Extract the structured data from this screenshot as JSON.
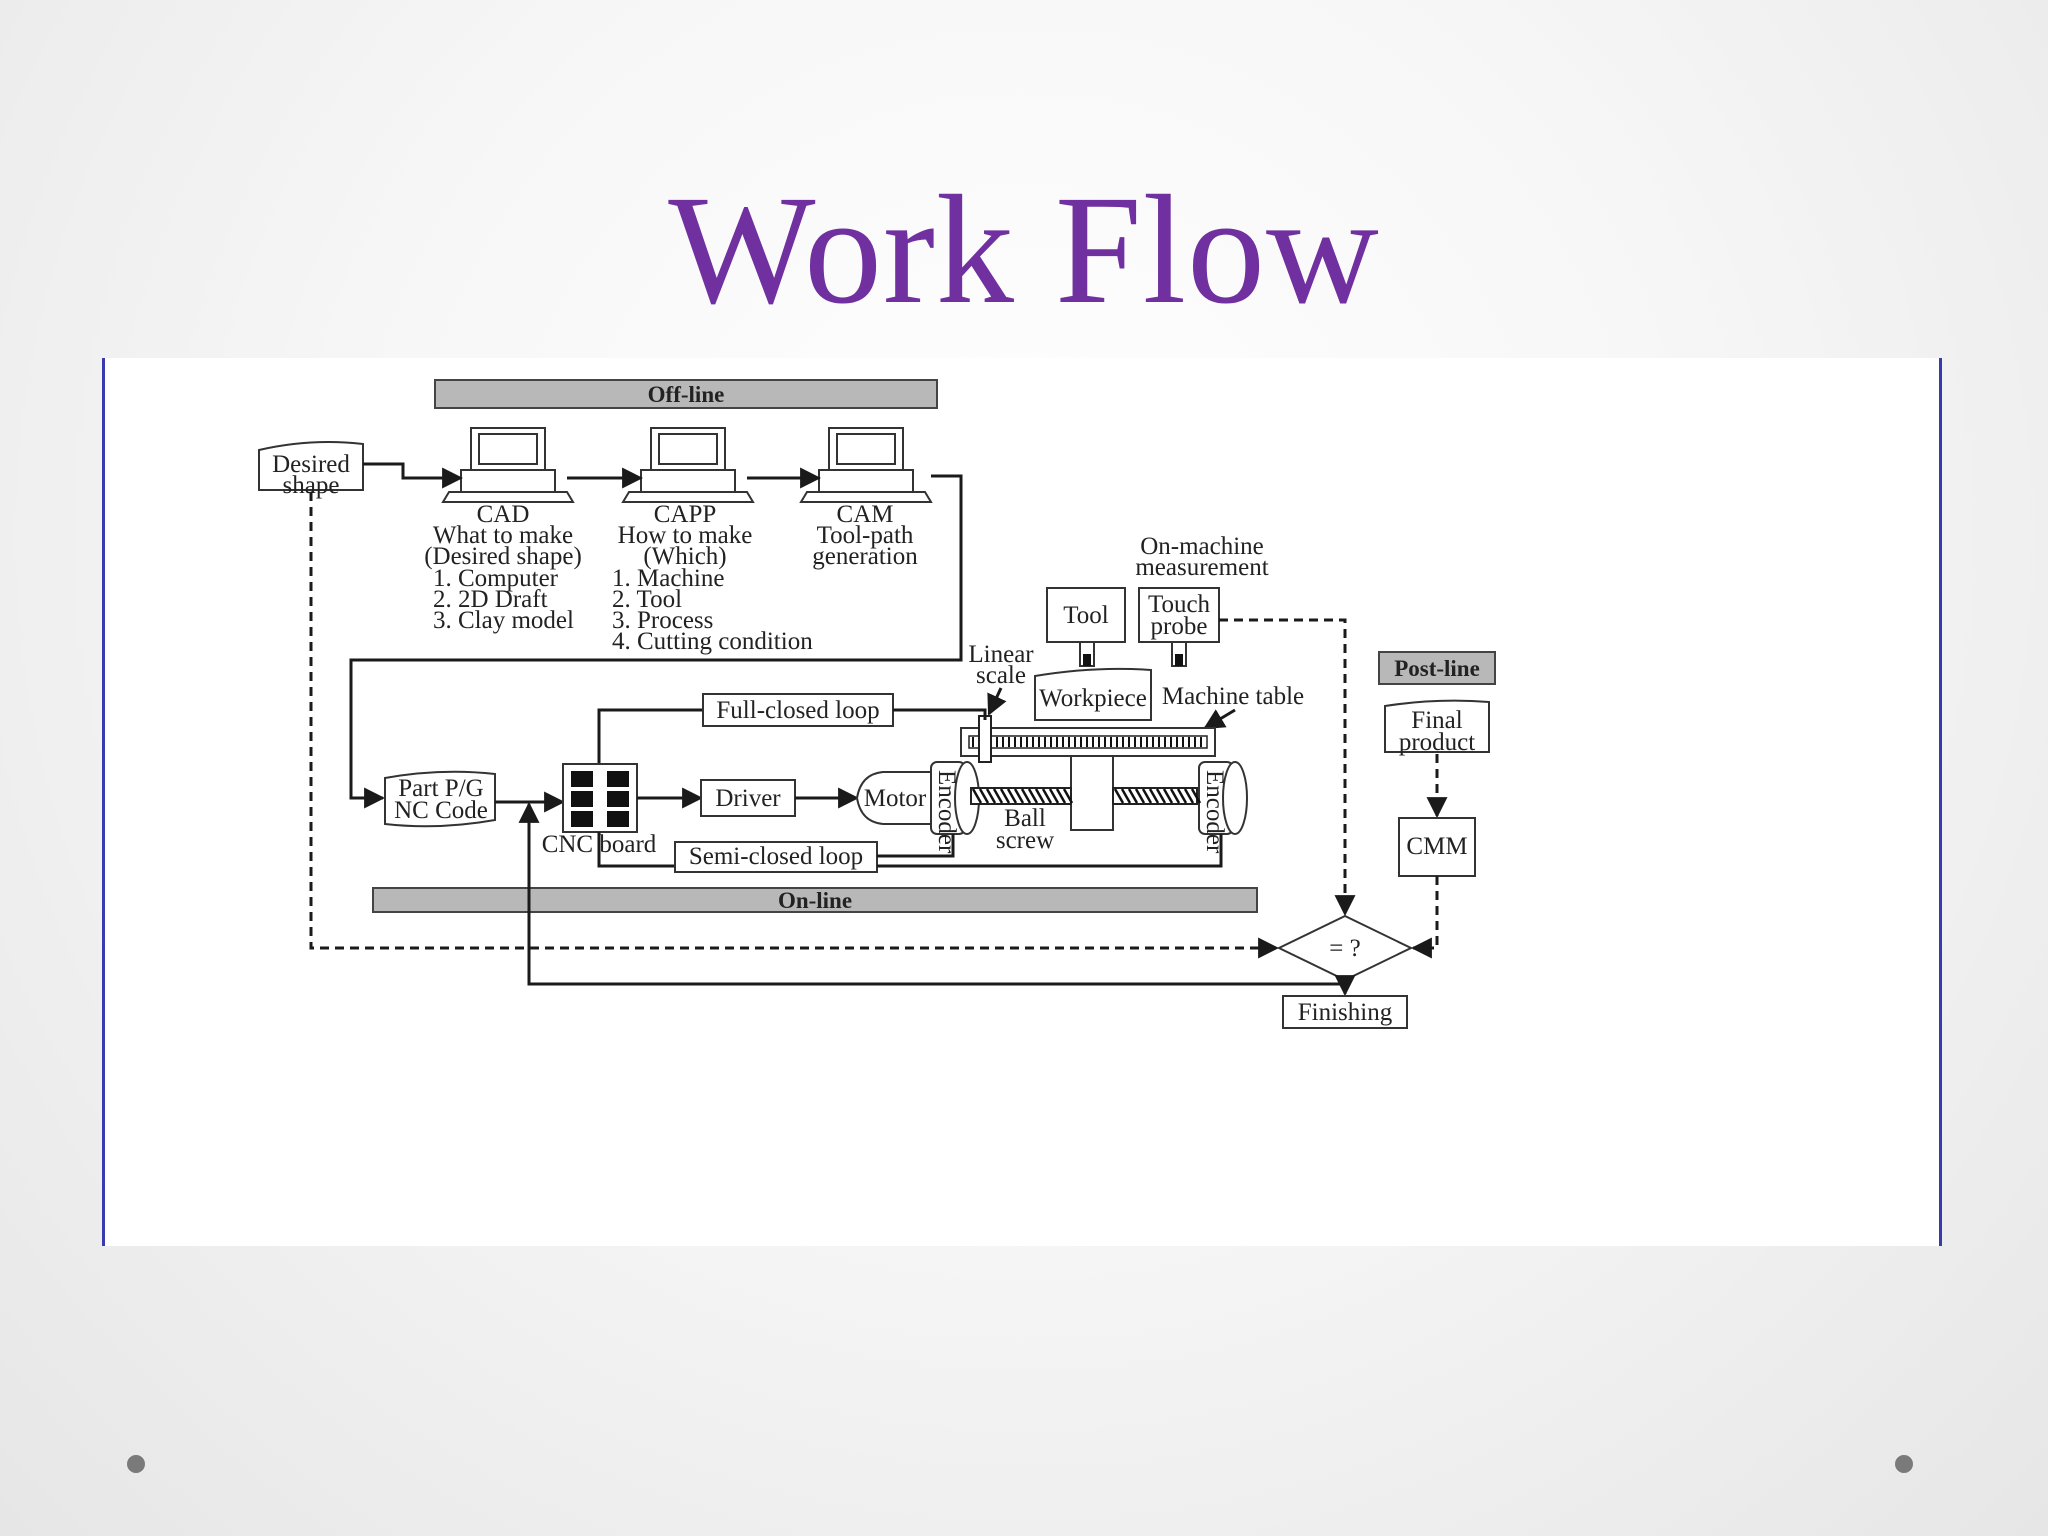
{
  "slide": {
    "title": "Work Flow"
  },
  "diagram": {
    "bands": {
      "offline": "Off-line",
      "online": "On-line",
      "postline": "Post-line"
    },
    "desired_shape": [
      "Desired",
      "shape"
    ],
    "cad": [
      "CAD",
      "What to make",
      "(Desired shape)",
      "1. Computer",
      "2. 2D Draft",
      "3. Clay model"
    ],
    "capp": [
      "CAPP",
      "How to make",
      "(Which)",
      "1. Machine",
      "2. Tool",
      "3. Process",
      "4. Cutting condition"
    ],
    "cam": [
      "CAM",
      "Tool-path",
      "generation"
    ],
    "on_machine": [
      "On-machine",
      "measurement"
    ],
    "tool": "Tool",
    "touch_probe": [
      "Touch",
      "probe"
    ],
    "linear_scale": [
      "Linear",
      "scale"
    ],
    "workpiece": "Workpiece",
    "machine_table": "Machine table",
    "full_closed_loop": "Full-closed loop",
    "semi_closed_loop": "Semi-closed loop",
    "part_pg": [
      "Part P/G",
      "NC Code"
    ],
    "cnc_board": "CNC board",
    "driver": "Driver",
    "motor": "Motor",
    "encoder": "Encoder",
    "ball_screw": [
      "Ball",
      "screw"
    ],
    "final_product": [
      "Final",
      "product"
    ],
    "cmm": "CMM",
    "compare": "= ?",
    "finishing": "Finishing"
  }
}
